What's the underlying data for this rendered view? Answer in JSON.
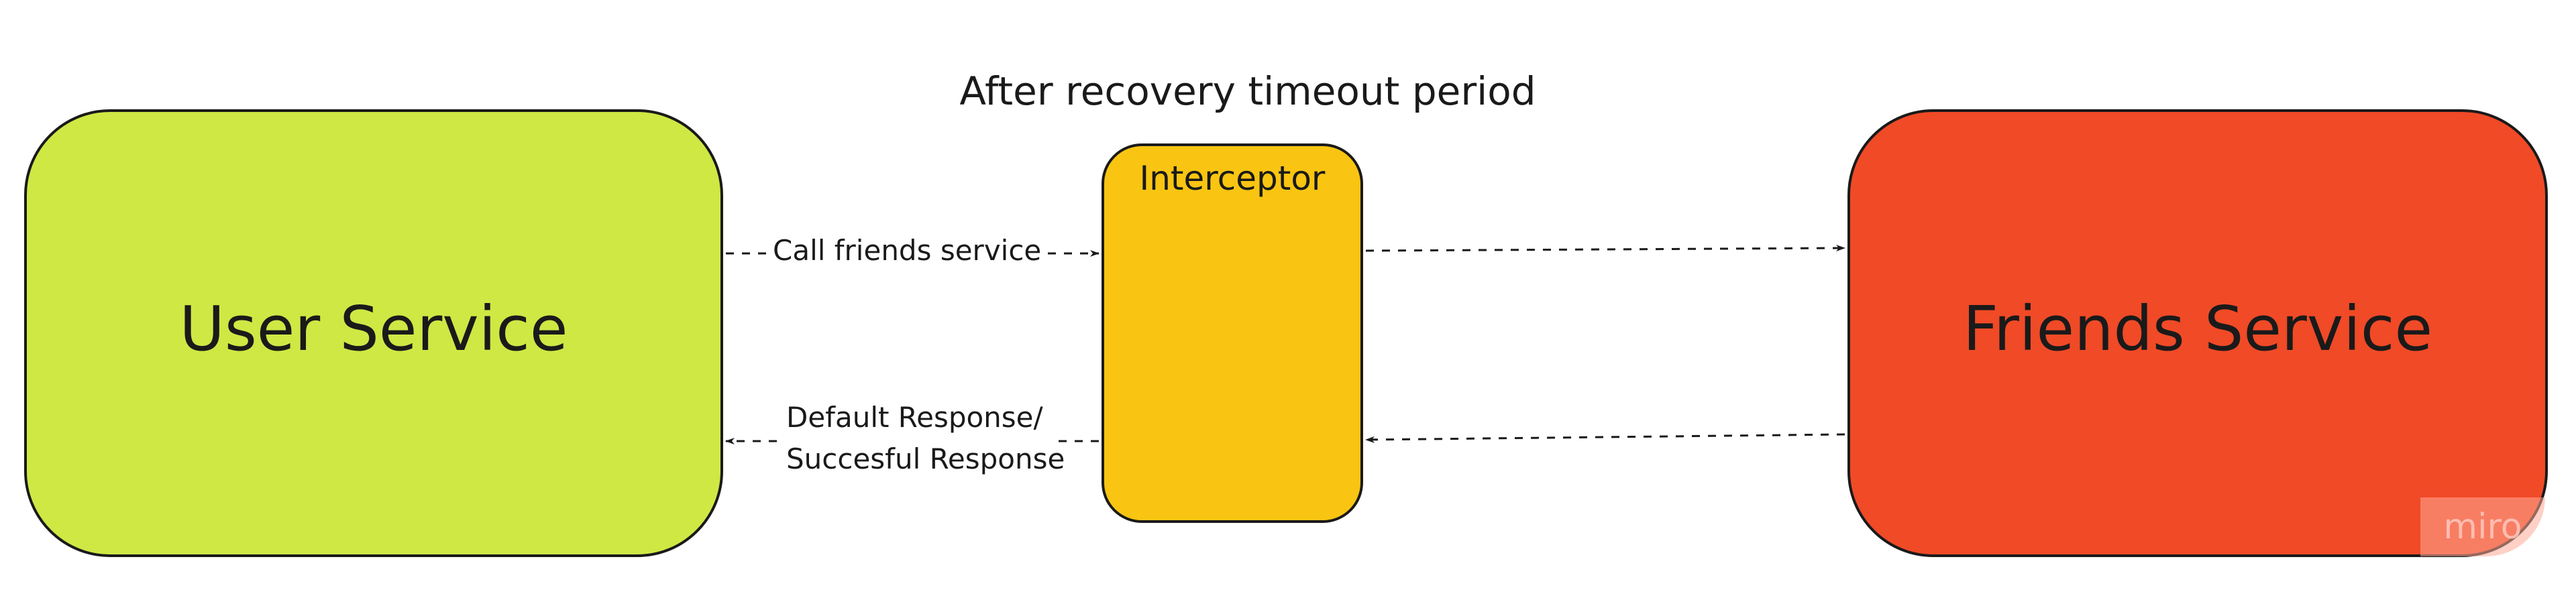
{
  "title": "After recovery timeout period",
  "nodes": {
    "user_service": {
      "label": "User Service",
      "color": "#cfe844"
    },
    "interceptor": {
      "label": "Interceptor",
      "color": "#f9c512"
    },
    "friends_service": {
      "label": "Friends Service",
      "color": "#f04a27"
    }
  },
  "edges": {
    "call": {
      "label": "Call friends service"
    },
    "response": {
      "line1": "Default Response/",
      "line2": "Succesful Response"
    }
  },
  "watermark": "miro"
}
